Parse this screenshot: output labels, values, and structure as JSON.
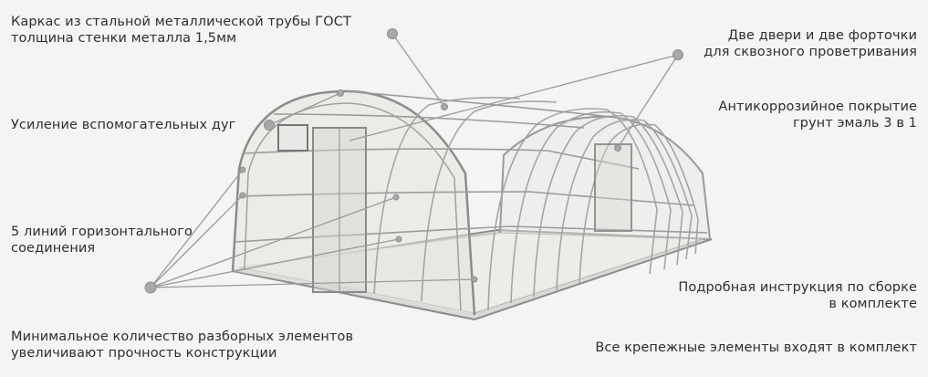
{
  "callouts": {
    "frame": [
      "Каркас из стальной металлической трубы ГОСТ",
      "толщина стенки  металла 1,5мм"
    ],
    "doors": [
      "Две двери и две форточки",
      "для сквозного проветривания"
    ],
    "coating": [
      "Антикоррозийное покрытие",
      "грунт эмаль 3 в 1"
    ],
    "arcs": [
      "Усиление вспомогательных дуг"
    ],
    "lines": [
      "5 линий горизонтального",
      "соединения"
    ],
    "instructions": [
      "Подробная инструкция по сборке",
      "в комплекте"
    ],
    "parts": [
      "Минимальное количество разборных элементов",
      "увеличивают прочность конструкции"
    ],
    "fasteners": [
      "Все крепежные элементы входят в комплект"
    ]
  },
  "colors": {
    "background": "#f4f4f2",
    "text": "#2e2e2e",
    "frame": "#9a9a9a",
    "marker": "#a8a8a8"
  },
  "illustration": {
    "icon": "greenhouse-icon"
  }
}
